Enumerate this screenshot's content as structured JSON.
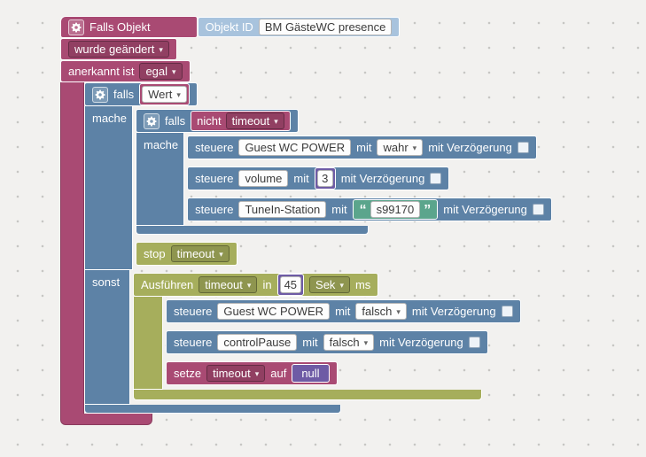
{
  "workspace": {
    "background": "#f2f1ef",
    "dot_color": "#c7c6c3"
  },
  "colors": {
    "trigger_magenta": "#a94a73",
    "logic_blue": "#5d82a6",
    "timeout_olive": "#a6ae5c",
    "string_green": "#5ba58c",
    "value_purple": "#6e5ba5",
    "shadow_lightblue": "#a8c3dd"
  },
  "icons": {
    "gear": "gear-icon",
    "dropdown_arrow": "▾",
    "quote_open": "“",
    "quote_close": "”"
  },
  "trigger_block": {
    "title": "Falls Objekt",
    "object_id_label": "Objekt ID",
    "object_id_value": "BM GästeWC presence",
    "event_dropdown": "wurde geändert",
    "ack_label": "anerkannt ist",
    "ack_dropdown": "egal"
  },
  "outer_if": {
    "if_label": "falls",
    "condition_dropdown": "Wert",
    "do_label": "mache",
    "else_label": "sonst"
  },
  "inner_if": {
    "if_label": "falls",
    "not_label": "nicht",
    "not_dropdown": "timeout",
    "do_label": "mache"
  },
  "then_controls": [
    {
      "verb": "steuere",
      "oid": "Guest WC POWER",
      "with_label": "mit",
      "value": "wahr",
      "delay_label": "mit Verzögerung"
    },
    {
      "verb": "steuere",
      "oid": "volume",
      "with_label": "mit",
      "value": "3",
      "delay_label": "mit Verzögerung"
    },
    {
      "verb": "steuere",
      "oid": "TuneIn-Station",
      "with_label": "mit",
      "value": "s99170",
      "delay_label": "mit Verzögerung"
    }
  ],
  "stop_block": {
    "label": "stop",
    "timer_dropdown": "timeout"
  },
  "exec_block": {
    "label": "Ausführen",
    "timer_dropdown": "timeout",
    "in_label": "in",
    "delay_value": "45",
    "unit_dropdown": "Sek",
    "ms_label": "ms"
  },
  "else_controls": [
    {
      "verb": "steuere",
      "oid": "Guest WC POWER",
      "with_label": "mit",
      "value": "falsch",
      "delay_label": "mit Verzögerung"
    },
    {
      "verb": "steuere",
      "oid": "controlPause",
      "with_label": "mit",
      "value": "falsch",
      "delay_label": "mit Verzögerung"
    }
  ],
  "set_block": {
    "label": "setze",
    "timer_dropdown": "timeout",
    "to_label": "auf",
    "value": "null"
  }
}
